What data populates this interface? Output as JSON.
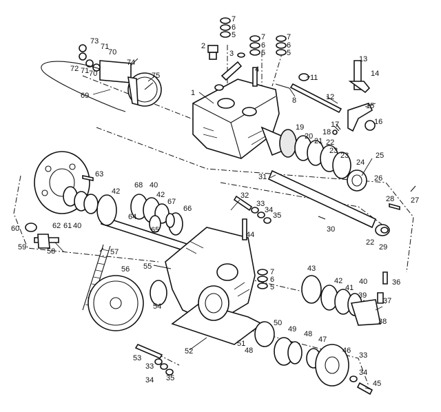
{
  "diagram": {
    "labels": [
      {
        "id": "p1",
        "text": "1"
      },
      {
        "id": "p2",
        "text": "2"
      },
      {
        "id": "p3",
        "text": "3"
      },
      {
        "id": "p4",
        "text": "4"
      },
      {
        "id": "p5a",
        "text": "5"
      },
      {
        "id": "p5b",
        "text": "5"
      },
      {
        "id": "p5c",
        "text": "5"
      },
      {
        "id": "p5d",
        "text": "5"
      },
      {
        "id": "p6a",
        "text": "6"
      },
      {
        "id": "p6b",
        "text": "6"
      },
      {
        "id": "p6c",
        "text": "6"
      },
      {
        "id": "p6d",
        "text": "6"
      },
      {
        "id": "p7a",
        "text": "7"
      },
      {
        "id": "p7b",
        "text": "7"
      },
      {
        "id": "p7c",
        "text": "7"
      },
      {
        "id": "p7d",
        "text": "7"
      },
      {
        "id": "p8",
        "text": "8"
      },
      {
        "id": "p11",
        "text": "11"
      },
      {
        "id": "p12",
        "text": "12"
      },
      {
        "id": "p13",
        "text": "13"
      },
      {
        "id": "p14",
        "text": "14"
      },
      {
        "id": "p15",
        "text": "15"
      },
      {
        "id": "p16",
        "text": "16"
      },
      {
        "id": "p17",
        "text": "17"
      },
      {
        "id": "p18",
        "text": "18"
      },
      {
        "id": "p19",
        "text": "19"
      },
      {
        "id": "p20",
        "text": "20"
      },
      {
        "id": "p21",
        "text": "21"
      },
      {
        "id": "p22a",
        "text": "22"
      },
      {
        "id": "p22b",
        "text": "22"
      },
      {
        "id": "p23a",
        "text": "23"
      },
      {
        "id": "p23b",
        "text": "23"
      },
      {
        "id": "p24",
        "text": "24"
      },
      {
        "id": "p25",
        "text": "25"
      },
      {
        "id": "p26",
        "text": "26"
      },
      {
        "id": "p27",
        "text": "27"
      },
      {
        "id": "p28",
        "text": "28"
      },
      {
        "id": "p29",
        "text": "29"
      },
      {
        "id": "p30",
        "text": "30"
      },
      {
        "id": "p31",
        "text": "31"
      },
      {
        "id": "p32",
        "text": "32"
      },
      {
        "id": "p33a",
        "text": "33"
      },
      {
        "id": "p33b",
        "text": "33"
      },
      {
        "id": "p33c",
        "text": "33"
      },
      {
        "id": "p34a",
        "text": "34"
      },
      {
        "id": "p34b",
        "text": "34"
      },
      {
        "id": "p34c",
        "text": "34"
      },
      {
        "id": "p35a",
        "text": "35"
      },
      {
        "id": "p35b",
        "text": "35"
      },
      {
        "id": "p36",
        "text": "36"
      },
      {
        "id": "p37",
        "text": "37"
      },
      {
        "id": "p38",
        "text": "38"
      },
      {
        "id": "p39",
        "text": "39"
      },
      {
        "id": "p40a",
        "text": "40"
      },
      {
        "id": "p40b",
        "text": "40"
      },
      {
        "id": "p40c",
        "text": "40"
      },
      {
        "id": "p41",
        "text": "41"
      },
      {
        "id": "p42a",
        "text": "42"
      },
      {
        "id": "p42b",
        "text": "42"
      },
      {
        "id": "p42c",
        "text": "42"
      },
      {
        "id": "p43",
        "text": "43"
      },
      {
        "id": "p44",
        "text": "44"
      },
      {
        "id": "p45",
        "text": "45"
      },
      {
        "id": "p46",
        "text": "46"
      },
      {
        "id": "p47",
        "text": "47"
      },
      {
        "id": "p48a",
        "text": "48"
      },
      {
        "id": "p48b",
        "text": "48"
      },
      {
        "id": "p49",
        "text": "49"
      },
      {
        "id": "p50",
        "text": "50"
      },
      {
        "id": "p51",
        "text": "51"
      },
      {
        "id": "p52",
        "text": "52"
      },
      {
        "id": "p53",
        "text": "53"
      },
      {
        "id": "p54",
        "text": "54"
      },
      {
        "id": "p55",
        "text": "55"
      },
      {
        "id": "p56",
        "text": "56"
      },
      {
        "id": "p57",
        "text": "57"
      },
      {
        "id": "p58",
        "text": "58"
      },
      {
        "id": "p59",
        "text": "59"
      },
      {
        "id": "p60",
        "text": "60"
      },
      {
        "id": "p61",
        "text": "61"
      },
      {
        "id": "p62",
        "text": "62"
      },
      {
        "id": "p63",
        "text": "63"
      },
      {
        "id": "p64",
        "text": "64"
      },
      {
        "id": "p65",
        "text": "65"
      },
      {
        "id": "p66",
        "text": "66"
      },
      {
        "id": "p67",
        "text": "67"
      },
      {
        "id": "p68",
        "text": "68"
      },
      {
        "id": "p69",
        "text": "69"
      },
      {
        "id": "p70a",
        "text": "70"
      },
      {
        "id": "p70b",
        "text": "70"
      },
      {
        "id": "p71a",
        "text": "71"
      },
      {
        "id": "p71b",
        "text": "71"
      },
      {
        "id": "p72",
        "text": "72"
      },
      {
        "id": "p73",
        "text": "73"
      },
      {
        "id": "p74",
        "text": "74"
      },
      {
        "id": "p75",
        "text": "75"
      }
    ]
  }
}
